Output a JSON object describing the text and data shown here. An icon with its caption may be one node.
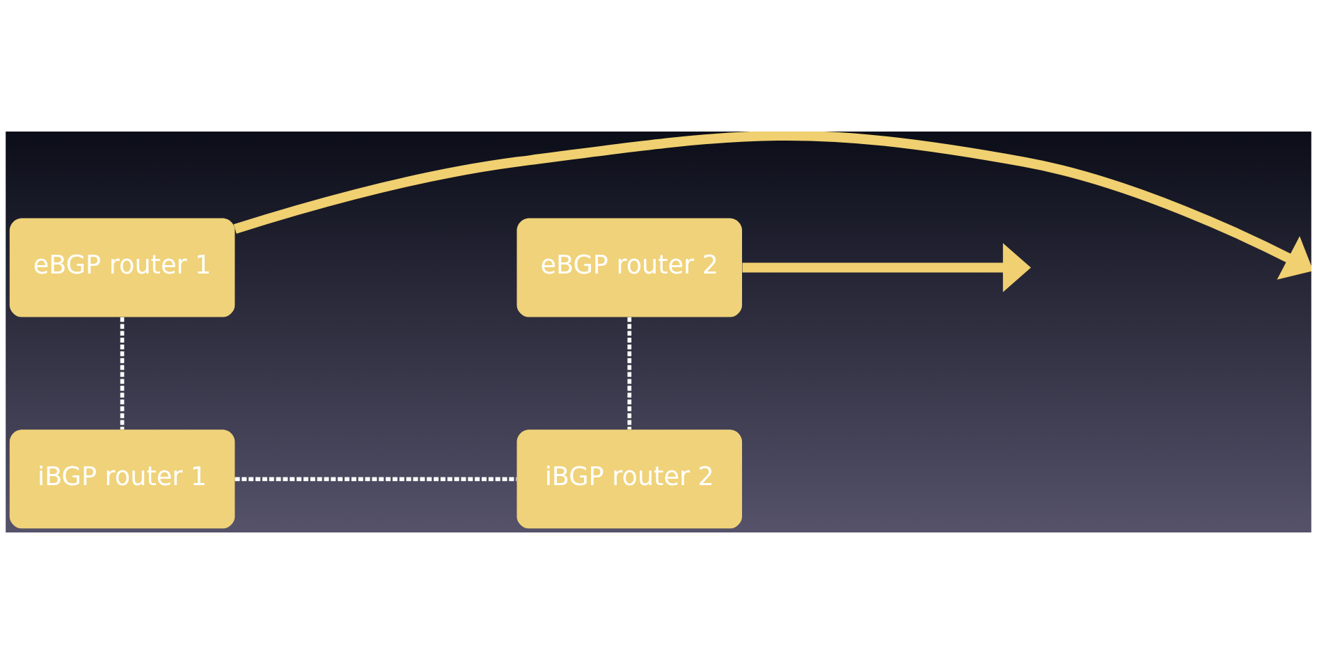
{
  "diagram": {
    "nodes": [
      {
        "text": [
          "eBGP router 1"
        ]
      },
      {
        "text": [
          "eBGP router 2"
        ]
      },
      {
        "text": [
          "iBGP router 1"
        ]
      },
      {
        "text": [
          "iBGP router 2"
        ]
      }
    ],
    "edges": [
      {
        "from": 0,
        "to": null,
        "arrow": "to",
        "style": "thick",
        "color": "#f0d070"
      },
      {
        "from": 1,
        "to": null,
        "arrow": "to",
        "style": "thick",
        "color": "#f0d070"
      },
      {
        "from": 0,
        "to": 2,
        "arrow": "none",
        "style": "dashed"
      },
      {
        "from": 1,
        "to": 3,
        "arrow": "none",
        "style": "dashed"
      },
      {
        "from": 2,
        "to": 3,
        "arrow": "none",
        "style": "dashed"
      }
    ]
  }
}
